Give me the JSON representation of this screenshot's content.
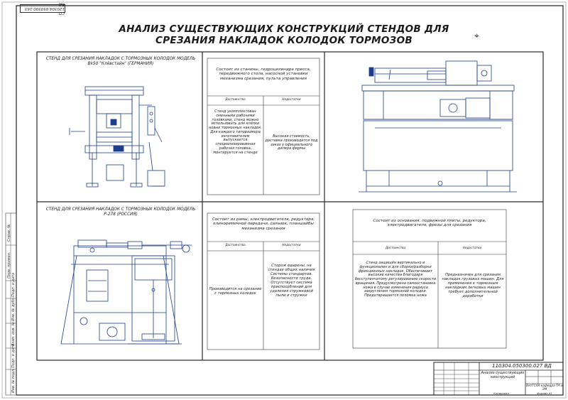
{
  "doc_code_top": "СП 120304.050300.163 ВД",
  "title": "АНАЛИЗ СУЩЕСТВУЮЩИХ КОНСТРУКЦИЙ СТЕНДОВ ДЛЯ СРЕЗАНИЯ НАКЛАДОК КОЛОДОК ТОРМОЗОВ",
  "stand1": {
    "caption": "СТЕНД ДЛЯ СРЕЗАНИЯ НАКЛАДОК С ТОРМОЗНЫХ КОЛОДОК МОДЕЛЬ Bk50 \"Клёвстайн\" (ГЕРМАНИЯ)",
    "composition": "Состоит из станины, гидроцилиндра пресса, передвижного стола, насосной установки механизма срезания, пульта управления",
    "pros_header": "Достоинства",
    "cons_header": "Недостатки",
    "pros": "Стенд укомплектован сменными рабочими головками, стенд можно использовать для клёпки новых тормозных накладок. Для каждого типоразмера изготовителем выпускается специализированная рабочая головка, монтируется на стенде",
    "cons": "Высокая стоимость, доставка производится под заказ у официального дилера фирмы"
  },
  "stand2": {
    "caption": "СТЕНД ДЛЯ СРЕЗАНИЯ НАКЛАДОК С ТОРМОЗНЫХ КОЛОДОК МОДЕЛЬ Р-278 (РОССИЯ)",
    "composition": "Состоит из рамы, электродвигателя, редуктора, клиноременной передачи, салазок, планшайбы механизма срезания",
    "pros_header": "Достоинства",
    "cons_header": "Недостатки",
    "pros": "Производится на срезание с тормозных колодок",
    "cons": "Сторож одарены, на стендах общих наличия Системы стандартов. Безопасности труда. Отсутствует система приспособлений для удаления стружковой пыли и стружки"
  },
  "stand3": {
    "composition": "Состоит из основания, подвижной плиты, редуктора, электродвигателя, фрезы для срезания",
    "pros_header": "Достоинства",
    "cons_header": "Недостатки",
    "pros": "Стенд защищён вертикально и функционален и для сборки/разборки фрикционных накладок. Обеспечивает высокие качества благодаря бесступенчатому регулированию скорости вращения. Предусмотрена самоостановка ножа в случае изменения радиуса закругления тормозной колодки. Предотвращается поломка ножа",
    "cons": "Предназначен для срезания накладок грузовых машин. Для применения к тормозным накладкам легковых машин требует дополнительной доработки"
  },
  "stamp": {
    "doc_code": "110304.050300.027 ВД",
    "sheet_title": "Анализ существующих конструкций",
    "org": "ВятГСХА кафедра ТА и ЭМ",
    "format": "Формат А1",
    "copy": "Копировал"
  },
  "left_strip": {
    "l1": "Справ. №",
    "l2": "Перв. примен.",
    "l3": "Подп. и дата",
    "l4": "Инв. № дубл.",
    "l5": "Взам. инв. №",
    "l6": "Подп. и дата",
    "l7": "Инв. № подл."
  }
}
